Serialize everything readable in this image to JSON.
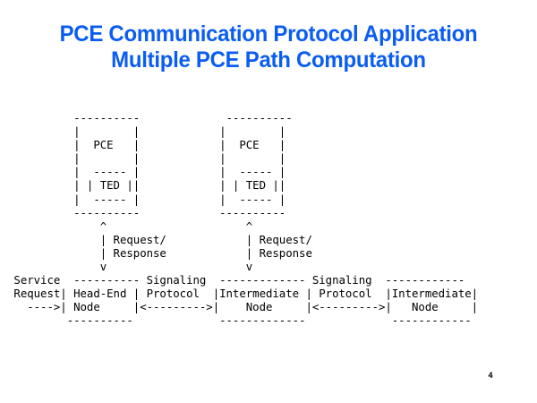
{
  "slide": {
    "background_color": "#ffffff",
    "text_color": "#000000"
  },
  "title": {
    "color": "#0a5df0",
    "line1": "PCE Communication Protocol Application",
    "line2": "Multiple PCE Path Computation"
  },
  "footer": {
    "page_number": "4"
  },
  "diagram": {
    "type": "ascii-art-network-diagram",
    "description": "Multiple PCE path computation: two PCE elements each containing a TED exchange Request/Response with nodes along a signaling-protocol chain.",
    "labels": {
      "pce": "PCE",
      "ted": "TED",
      "request_response_line1": "Request/",
      "request_response_line2": "Response",
      "service_line1": "Service",
      "service_line2": "Request",
      "signaling_line1": "Signaling",
      "signaling_line2": "Protocol",
      "head_end_line1": "Head-End",
      "head_end_line2": "Node",
      "intermediate_line1": "Intermediate",
      "intermediate_line2": "Node"
    },
    "rows": [
      "          ----------             ----------",
      "          |        |            |        |",
      "          |  PCE   |            |  PCE   |",
      "          |        |            |        |",
      "          |  ----- |            |  ----- |",
      "          | | TED ||            | | TED ||",
      "          |  ----- |            |  ----- |",
      "          ----------            ----------",
      "              ^                     ^",
      "              | Request/            | Request/",
      "              | Response            | Response",
      "              v                     v",
      " Service  ---------- Signaling  ------------- Signaling  ------------",
      " Request| Head-End | Protocol  |Intermediate | Protocol  |Intermediate|",
      "   ---->| Node     |<--------->|    Node     |<--------->|   Node     |",
      "         ----------             -------------             ------------"
    ]
  }
}
